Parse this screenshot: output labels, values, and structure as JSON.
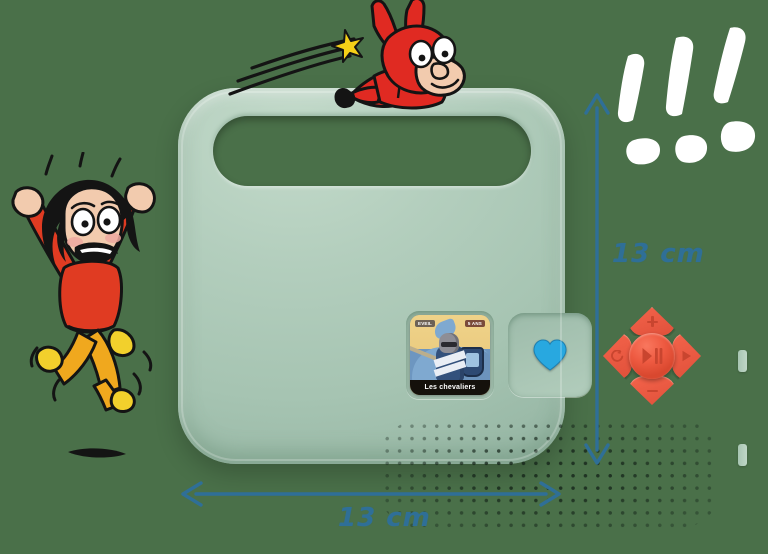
{
  "scene": {
    "background_color": "#4A7049",
    "description": "Product photo of a children's audio player with hand-drawn dimension annotations"
  },
  "device": {
    "name": "children-audio-player",
    "body_color": "#A9C6B4",
    "handle": {
      "name": "carry-handle",
      "shape": "pill-cutout"
    },
    "side_buttons": [
      {
        "name": "side-button-upper"
      },
      {
        "name": "side-button-lower"
      }
    ],
    "card": {
      "title": "Les chevaliers",
      "tag_left": "EVEIL",
      "tag_right": "5 ANS",
      "background_color": "#E8C87A",
      "label_background": "#15110C"
    },
    "favourite_button": {
      "icon": "heart-icon",
      "color": "#28A8E0"
    },
    "controls": {
      "up_label": "+",
      "down_label": "−",
      "left_icon": "rewind-icon",
      "right_icon": "forward-icon",
      "center_icon": "play-pause-icon",
      "button_color": "#EE5A41"
    },
    "speaker": {
      "name": "speaker-grille",
      "pattern": "perforated-dots"
    }
  },
  "dimensions": {
    "accent_color": "#2F6F97",
    "height": {
      "label": "13 cm",
      "orientation": "vertical"
    },
    "width": {
      "label": "13 cm",
      "orientation": "horizontal"
    }
  },
  "decorations": {
    "hero": {
      "name": "flying-superhero-character",
      "costume_color": "#E02A22",
      "star_color": "#F5D017"
    },
    "jumper": {
      "name": "jumping-boy-character",
      "shirt_color": "#E03B22",
      "pants_color": "#F0A81E",
      "shoe_color": "#F2D02C"
    },
    "exclamations": {
      "name": "exclamation-marks-doodle",
      "color": "#FFFFFF",
      "count": 3
    }
  }
}
